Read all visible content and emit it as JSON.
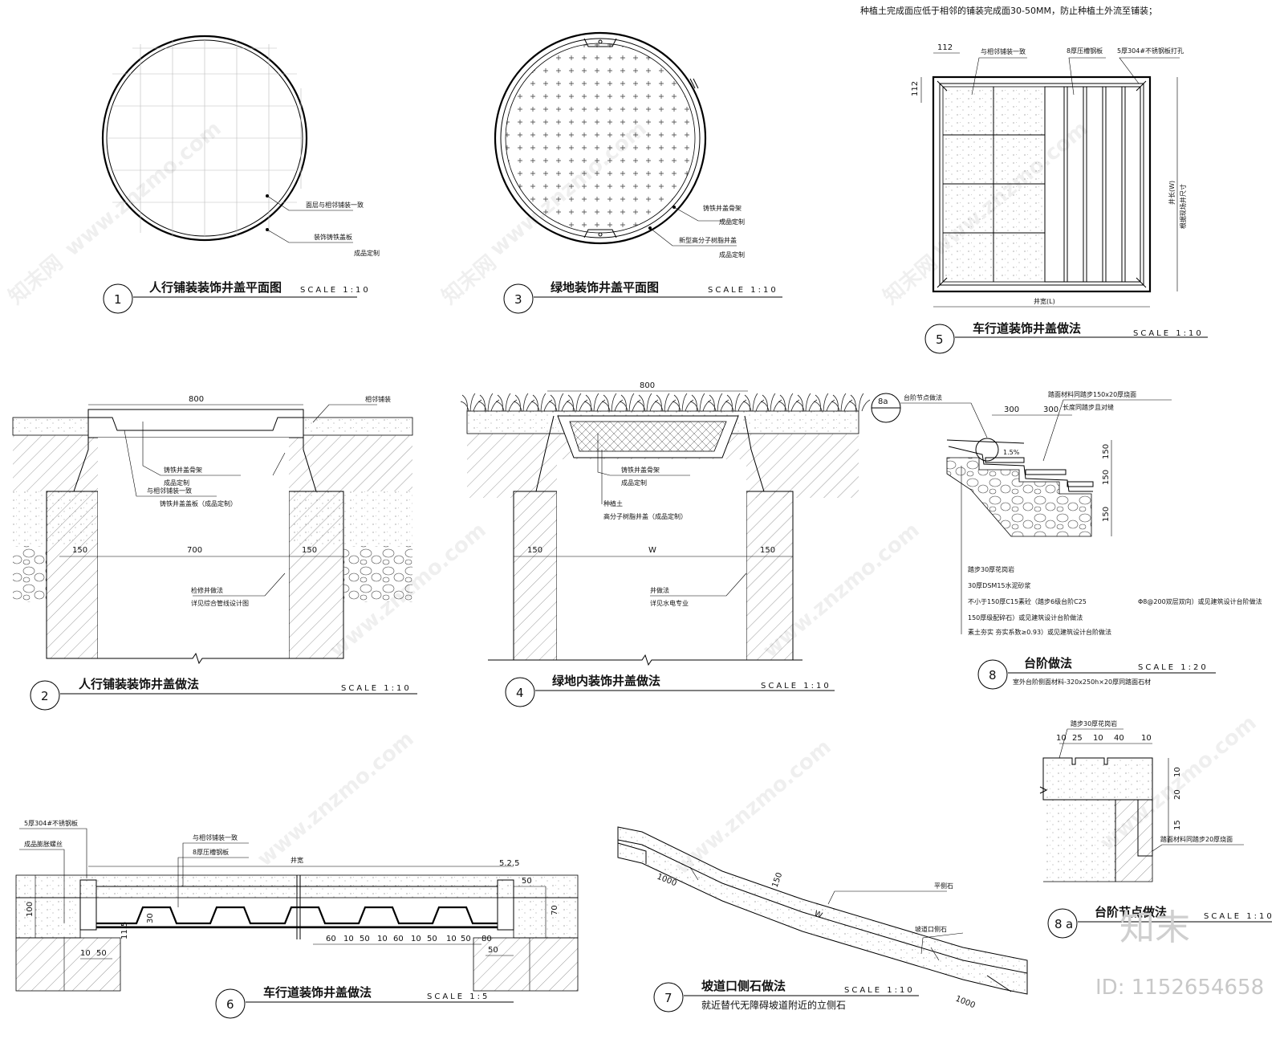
{
  "top_note": "种植土完成面应低于相邻的铺装完成面30-50MM，防止种植土外流至铺装；",
  "details": {
    "d1": {
      "number": "1",
      "title": "人行铺装装饰井盖平面图",
      "scale": "SCALE 1:10",
      "notes": [
        "面层与相邻铺装一致",
        "装饰铸铁盖板",
        "成品定制"
      ]
    },
    "d2": {
      "number": "2",
      "title": "人行铺装装饰井盖做法",
      "scale": "SCALE 1:10",
      "dims": [
        "800",
        "150",
        "700",
        "150"
      ],
      "notes": [
        "相邻铺装",
        "铸铁井盖骨架",
        "成品定制",
        "与相邻铺装一致",
        "铸铁井盖盖板（成品定制）",
        "检修井做法",
        "详见综合管线设计图"
      ]
    },
    "d3": {
      "number": "3",
      "title": "绿地装饰井盖平面图",
      "scale": "SCALE 1:10",
      "notes": [
        "铸铁井盖骨架",
        "成品定制",
        "新型高分子树脂井盖",
        "成品定制"
      ]
    },
    "d4": {
      "number": "4",
      "title": "绿地内装饰井盖做法",
      "scale": "SCALE 1:10",
      "dims": [
        "800",
        "150",
        "W",
        "150"
      ],
      "notes": [
        "铸铁井盖骨架",
        "成品定制",
        "种植土",
        "高分子树脂井盖（成品定制）",
        "井做法",
        "详见水电专业"
      ]
    },
    "d5": {
      "number": "5",
      "title": "车行道装饰井盖做法",
      "scale": "SCALE 1:10",
      "dims": [
        "112",
        "112",
        "井宽(L)",
        "井长(W)"
      ],
      "notes": [
        "与相邻铺装一致",
        "8厚压槽钢板",
        "5厚304#不锈钢板打孔",
        "根据现场井尺寸"
      ]
    },
    "d6": {
      "number": "6",
      "title": "车行道装饰井盖做法",
      "scale": "SCALE 1:5",
      "dims": [
        "100",
        "10",
        "50",
        "60",
        "10",
        "50",
        "10",
        "60",
        "10",
        "50",
        "10",
        "50",
        "80",
        "50",
        "70",
        "30",
        "11.5",
        "5.2.5",
        "50",
        "井宽"
      ],
      "notes": [
        "5厚304#不锈钢板",
        "成品膨胀螺丝",
        "与相邻铺装一致",
        "8厚压槽钢板"
      ]
    },
    "d7": {
      "number": "7",
      "title": "坡道口侧石做法",
      "scale": "SCALE 1:10",
      "subtitle": "就近替代无障碍坡道附近的立侧石",
      "dims": [
        "1000",
        "150",
        "W",
        "1000"
      ],
      "notes": [
        "平侧石",
        "坡道口侧石"
      ]
    },
    "d8": {
      "number": "8",
      "title": "台阶做法",
      "scale": "SCALE 1:20",
      "subtitle": "室外台阶侧面材料-320x250h×20厚同踏面石材",
      "callout": "8a",
      "dims": [
        "300",
        "300",
        "150",
        "150",
        "150",
        "1.5%"
      ],
      "notes": [
        "台阶节点做法",
        "踏面材料同踏步150x20厚烧面",
        "长度同踏步且对缝",
        "踏步30厚花岗岩",
        "30厚DSM15水泥砂浆",
        "不小于150厚C15素砼（踏步6级台阶C25",
        "Φ8@200双层双向）或见建筑设计台阶做法",
        "150厚级配碎石）或见建筑设计台阶做法",
        "素土夯实  夯实系数≥0.93）或见建筑设计台阶做法"
      ]
    },
    "d8a": {
      "number": "8",
      "sub": "a",
      "title": "台阶节点做法",
      "scale": "SCALE 1:10",
      "dims": [
        "10",
        "25",
        "10",
        "40",
        "10",
        "10",
        "20",
        "15"
      ],
      "notes": [
        "踏步30厚花岗岩",
        "踏面材料同踏步20厚烧面"
      ]
    }
  },
  "watermark": {
    "site": "znzmo.com",
    "site_long": "www.znzmo.com",
    "brand": "知末网"
  },
  "logo": {
    "text": "知末",
    "id": "ID: 1152654658"
  }
}
